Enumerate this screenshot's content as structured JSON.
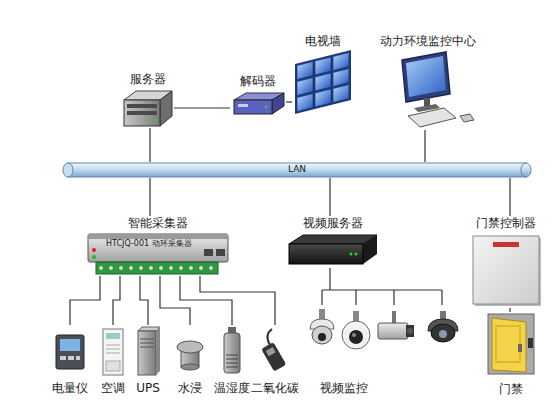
{
  "diagram": {
    "nodes": [
      {
        "text": [
          "服务器"
        ]
      },
      {
        "text": [
          "解码器"
        ]
      },
      {
        "text": [
          "电视墙"
        ]
      },
      {
        "text": [
          "动力环境监控中心"
        ]
      },
      {
        "text": [
          "LAN"
        ]
      },
      {
        "text": [
          "智能采集器",
          "HTCJQ-001 动环采集器"
        ]
      },
      {
        "text": [
          "视频服务器"
        ]
      },
      {
        "text": [
          "门禁控制器"
        ]
      },
      {
        "text": [
          "电量仪"
        ]
      },
      {
        "text": [
          "空调"
        ]
      },
      {
        "text": [
          "UPS"
        ]
      },
      {
        "text": [
          "水浸"
        ]
      },
      {
        "text": [
          "温湿度"
        ]
      },
      {
        "text": [
          "二氧化碳"
        ]
      },
      {
        "text": [
          "视频监控"
        ]
      },
      {
        "text": [
          "门禁"
        ]
      }
    ],
    "edges": [
      {
        "from": 0,
        "to": 4,
        "arrow": "none"
      },
      {
        "from": 0,
        "to": 1,
        "arrow": "none"
      },
      {
        "from": 1,
        "to": 2,
        "arrow": "none"
      },
      {
        "from": 3,
        "to": 4,
        "arrow": "none"
      },
      {
        "from": 4,
        "to": 5,
        "arrow": "none"
      },
      {
        "from": 4,
        "to": 6,
        "arrow": "none"
      },
      {
        "from": 4,
        "to": 7,
        "arrow": "none"
      },
      {
        "from": 5,
        "to": 8,
        "arrow": "none"
      },
      {
        "from": 5,
        "to": 9,
        "arrow": "none"
      },
      {
        "from": 5,
        "to": 10,
        "arrow": "none"
      },
      {
        "from": 5,
        "to": 11,
        "arrow": "none"
      },
      {
        "from": 5,
        "to": 12,
        "arrow": "none"
      },
      {
        "from": 5,
        "to": 13,
        "arrow": "none"
      },
      {
        "from": 6,
        "to": 14,
        "arrow": "none"
      },
      {
        "from": 7,
        "to": 15,
        "arrow": "none"
      }
    ]
  }
}
